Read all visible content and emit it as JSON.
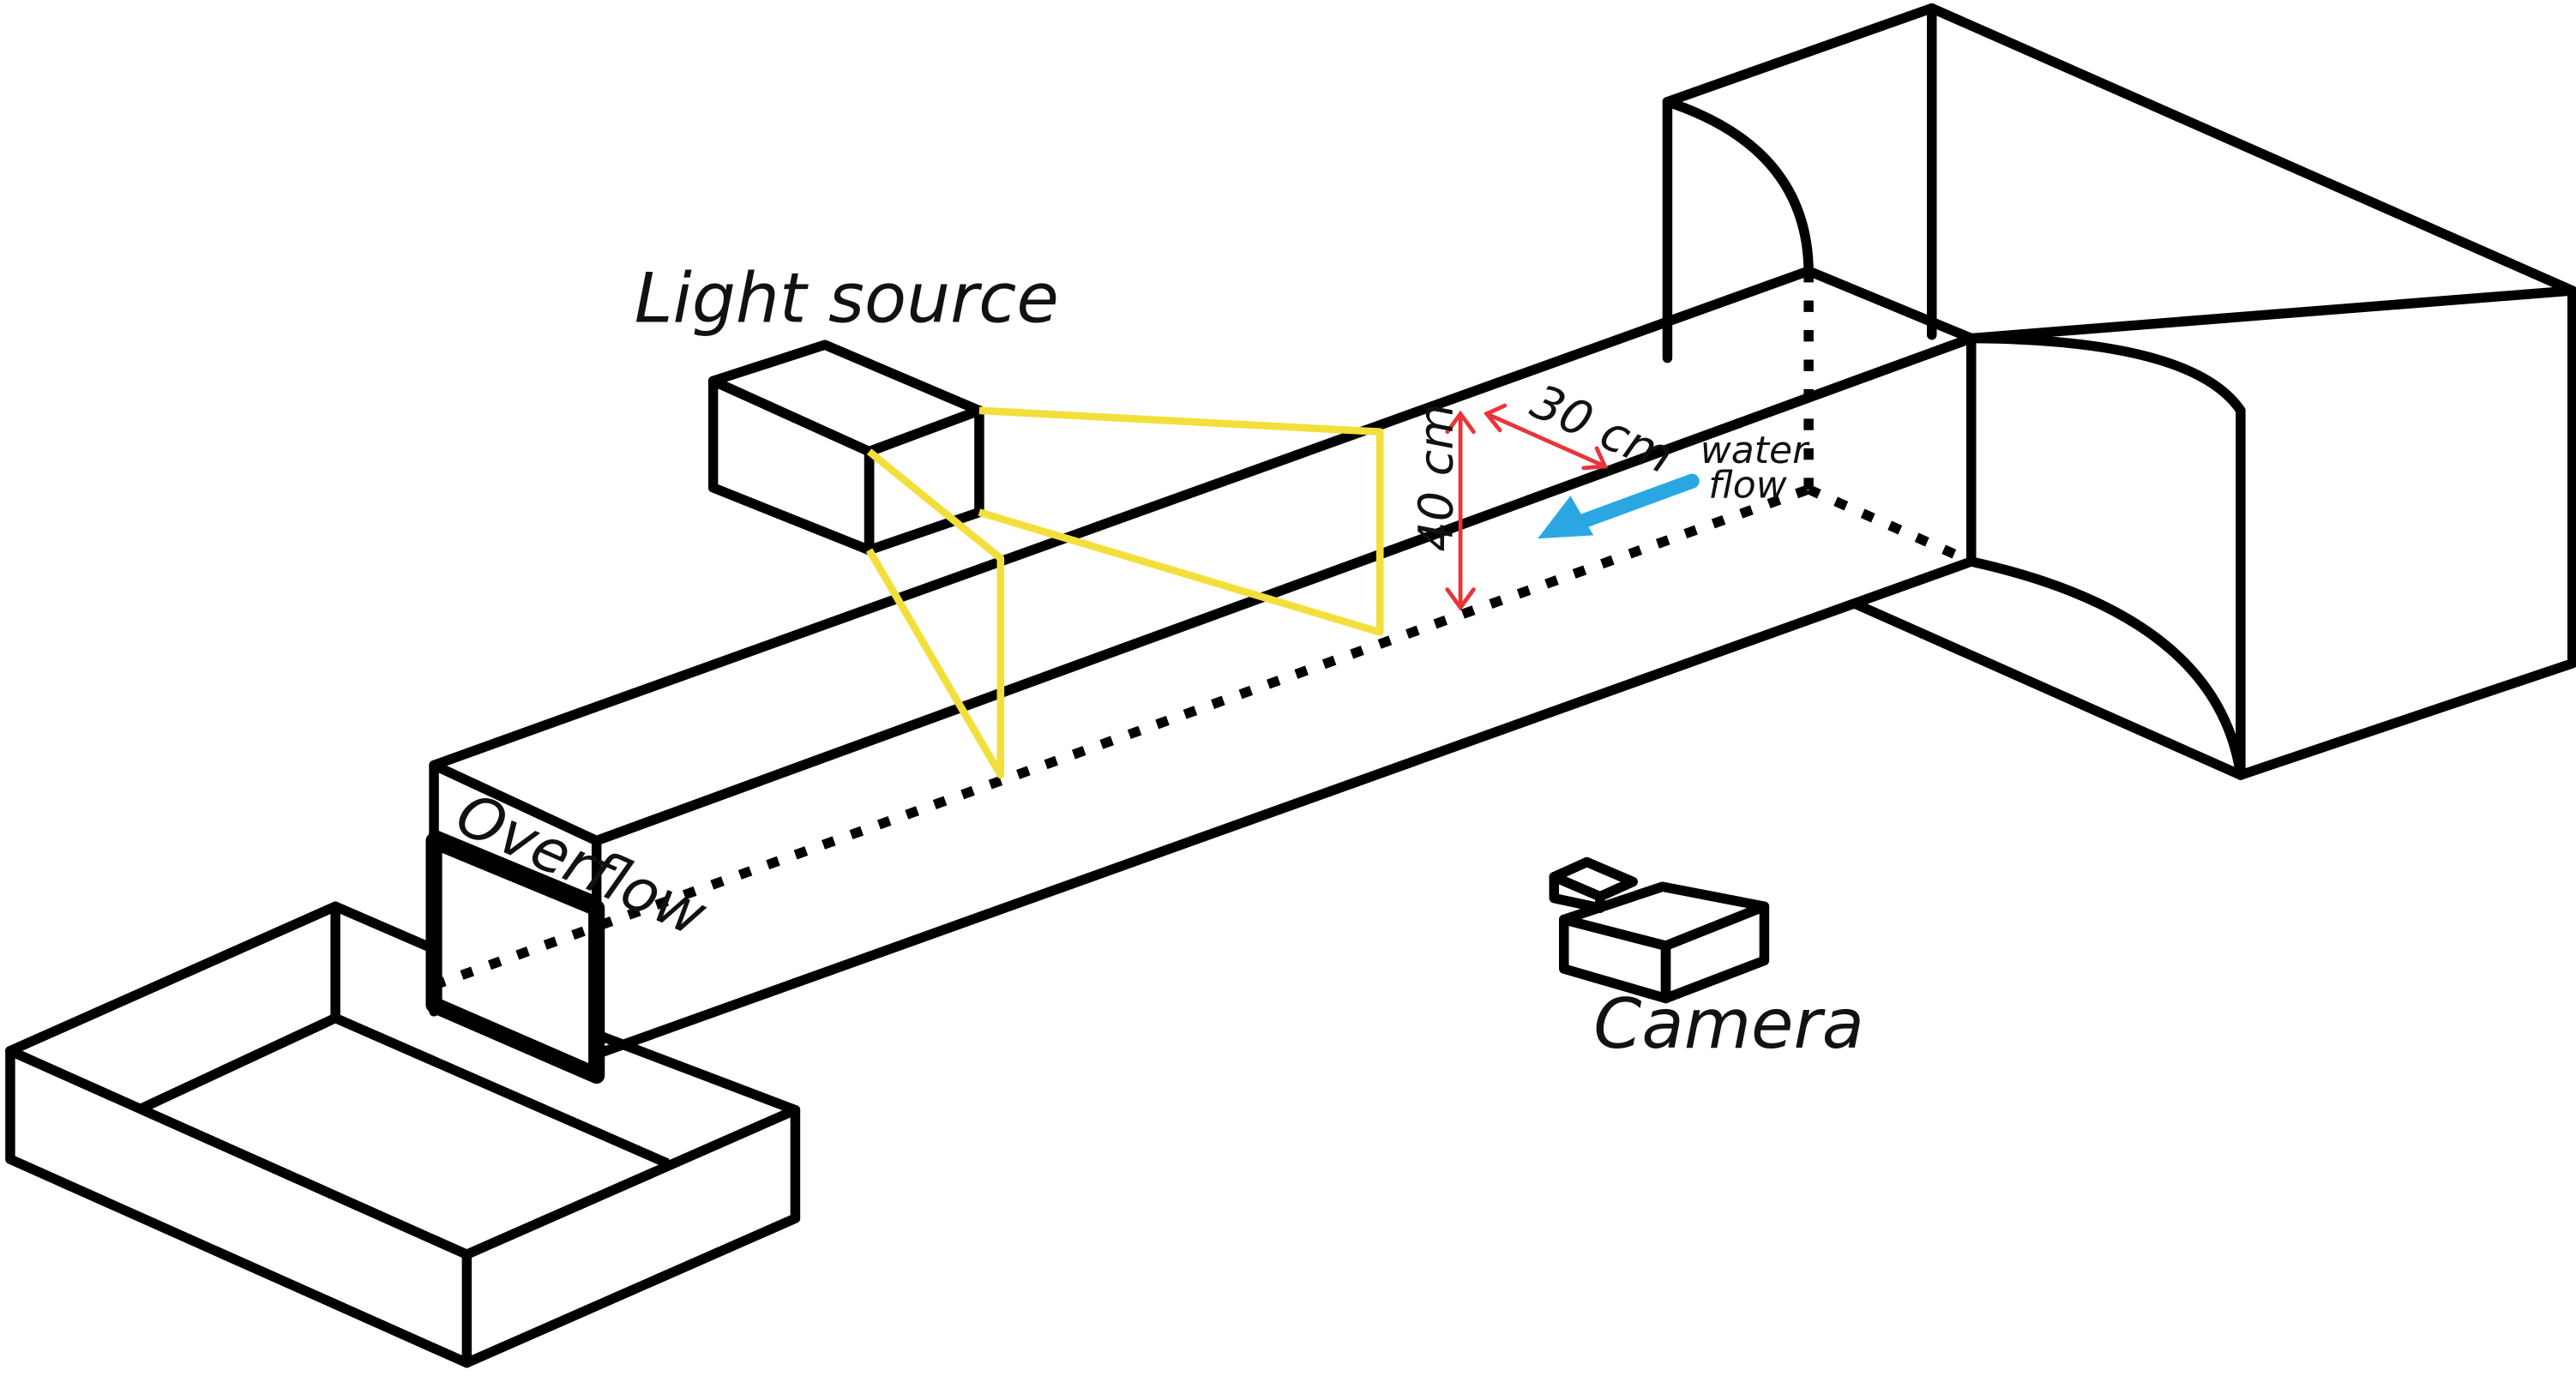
{
  "labels": {
    "light_source": "Light source",
    "overflow": "Overflow",
    "camera": "Camera",
    "width_dimension": "30 cm",
    "height_dimension": "40 cm",
    "water": "water",
    "flow": "flow"
  },
  "colors": {
    "outline": "#000000",
    "light_beam": "#f2df3c",
    "dimension": "#e8353a",
    "flow_arrow": "#2aa7e3"
  }
}
